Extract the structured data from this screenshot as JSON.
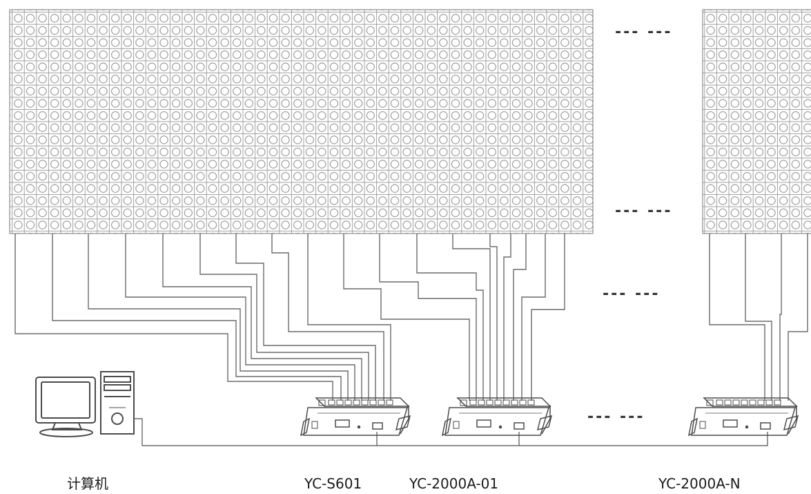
{
  "labels": {
    "computer": "计算机",
    "controller_main": "YC-S601",
    "controller_first": "YC-2000A-01",
    "controller_last": "YC-2000A-N"
  },
  "ellipsis": "--- ---",
  "colors": {
    "line": "#6a6a6a",
    "grid": "#8a8a8a",
    "background": "#ffffff"
  },
  "icons": [
    "led-panel-icon",
    "monitor-icon",
    "computer-tower-icon",
    "controller-box-icon"
  ]
}
